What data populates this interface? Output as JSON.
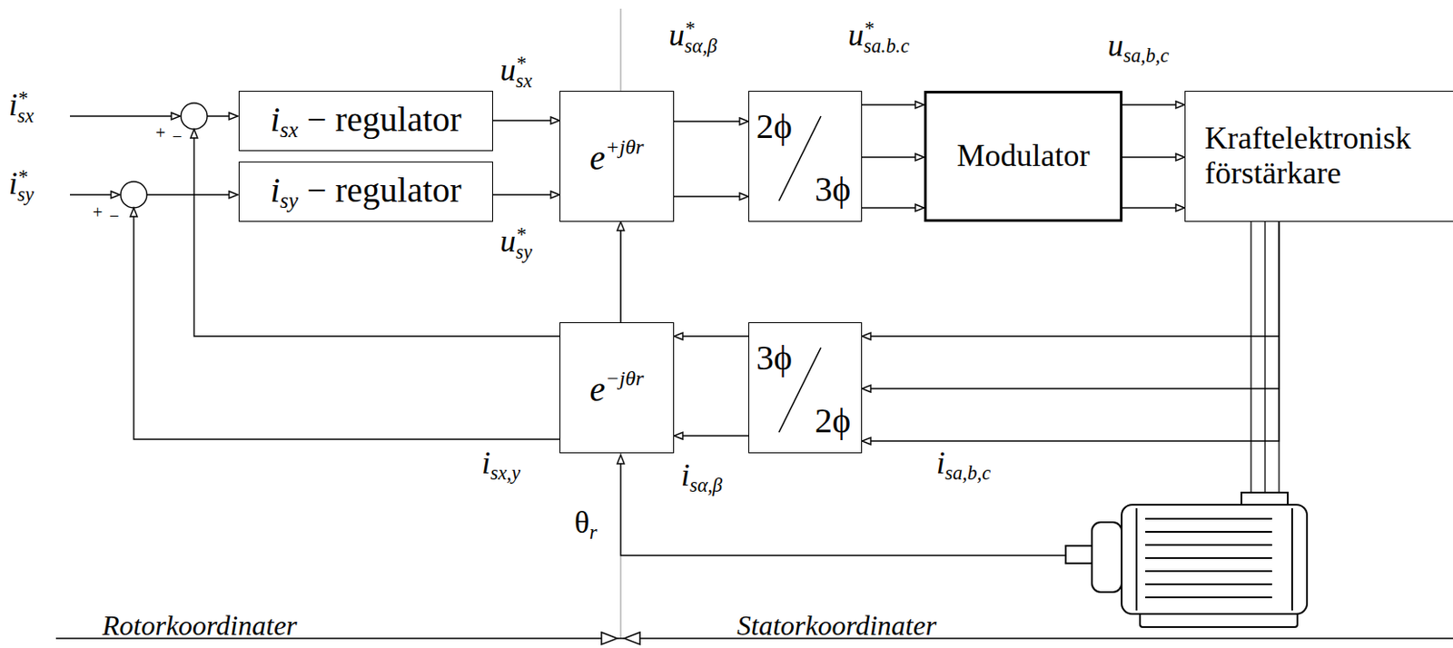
{
  "diagram": {
    "nodes": [
      {
        "text": [
          "isx − regulator"
        ]
      },
      {
        "text": [
          "isy − regulator"
        ]
      },
      {
        "text": [
          "e+jθr"
        ]
      },
      {
        "text": [
          "2ϕ",
          "3ϕ"
        ]
      },
      {
        "text": [
          "Modulator"
        ]
      },
      {
        "text": [
          "Kraftelektronisk förstärkare"
        ]
      },
      {
        "text": [
          "e−jθr"
        ]
      },
      {
        "text": [
          "3ϕ",
          "2ϕ"
        ]
      }
    ],
    "edges": [
      {
        "from": 0,
        "to": 2,
        "arrow": "to",
        "label": "u*sx"
      },
      {
        "from": 1,
        "to": 2,
        "arrow": "to",
        "label": "u*sy"
      },
      {
        "from": 2,
        "to": 3,
        "arrow": "to"
      },
      {
        "from": 2,
        "to": 3,
        "arrow": "to"
      },
      {
        "from": 3,
        "to": 4,
        "arrow": "to"
      },
      {
        "from": 3,
        "to": 4,
        "arrow": "to"
      },
      {
        "from": 3,
        "to": 4,
        "arrow": "to"
      },
      {
        "from": 4,
        "to": 5,
        "arrow": "to"
      },
      {
        "from": 4,
        "to": 5,
        "arrow": "to"
      },
      {
        "from": 4,
        "to": 5,
        "arrow": "to"
      },
      {
        "from": 5,
        "to": 7,
        "arrow": "to"
      },
      {
        "from": 5,
        "to": 7,
        "arrow": "to"
      },
      {
        "from": 5,
        "to": 7,
        "arrow": "to"
      },
      {
        "from": 7,
        "to": 6,
        "arrow": "to"
      },
      {
        "from": 7,
        "to": 6,
        "arrow": "to"
      },
      {
        "from": 6,
        "to": 2,
        "arrow": "to"
      },
      {
        "from": 6,
        "to": 0,
        "arrow": "to"
      },
      {
        "from": 6,
        "to": 1,
        "arrow": "to"
      }
    ],
    "labels": [
      "i*sx",
      "+",
      "−",
      "i*sy",
      "+",
      "−",
      "u*sα,β",
      "u*sa.b.c",
      "usa,b,c",
      "isx,y",
      "isα,β",
      "isa,b,c",
      "θr",
      "Rotorkoordinater",
      "Statorkoordinater"
    ]
  }
}
